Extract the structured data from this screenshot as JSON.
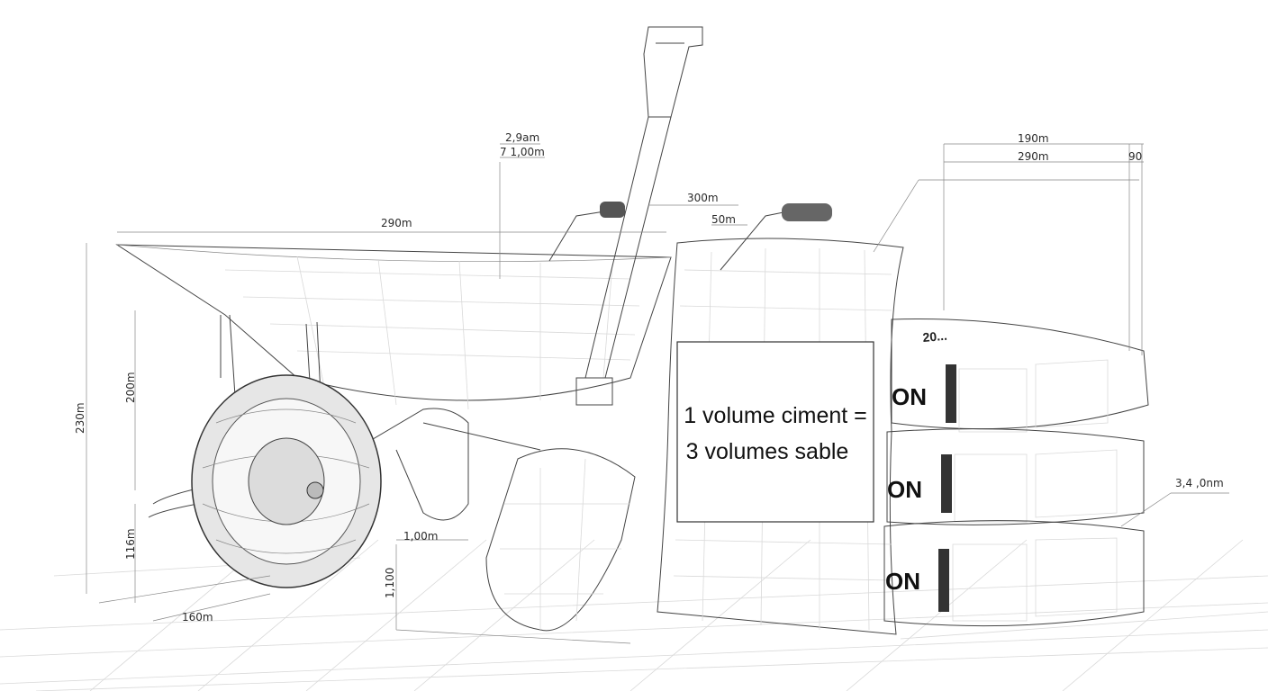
{
  "main_label": {
    "line1": "1 volume ciment =",
    "line2": "3 volumes sable"
  },
  "dimensions": {
    "top_1": "2,9am",
    "top_2": "7 1,00m",
    "top_3": "300m",
    "top_4": "50m",
    "top_5": "190m",
    "top_6": "290m",
    "top_7": "90",
    "barrow_len": "290m",
    "barrow_height": "230m",
    "barrow_mid": "200m",
    "barrow_low": "116m",
    "barrow_base": "160m",
    "shovel_w": "1,00m",
    "shovel_h": "1,100",
    "bags_side": "3,4 ,0nm"
  },
  "bags": {
    "top_brand": "20...",
    "brand_fragment": "ON"
  }
}
